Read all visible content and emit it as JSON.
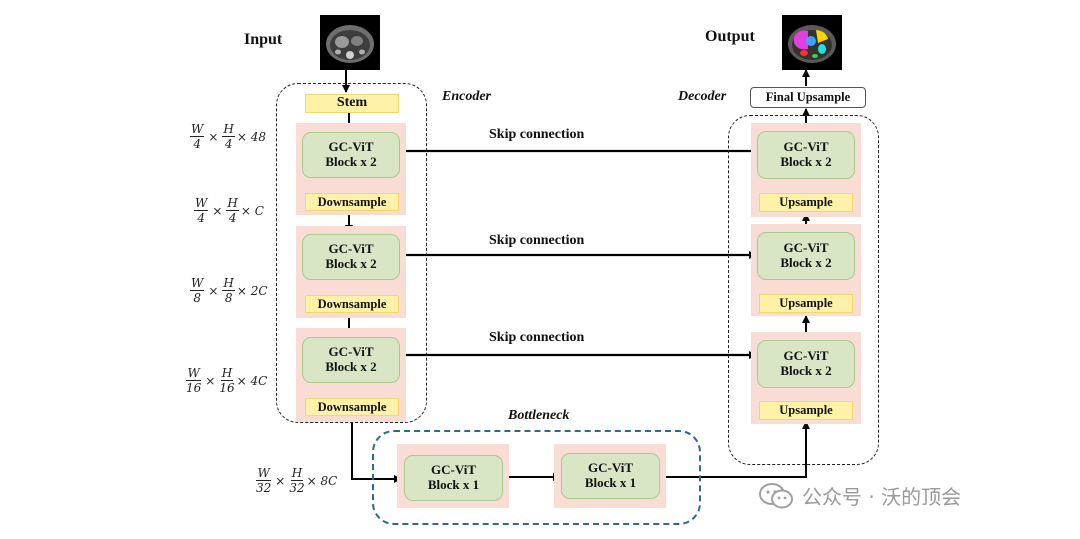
{
  "labels": {
    "input": "Input",
    "output": "Output",
    "encoder": "Encoder",
    "decoder": "Decoder",
    "bottleneck": "Bottleneck",
    "skip_connection": "Skip connection"
  },
  "encoder": {
    "stem": "Stem",
    "block": [
      "GC-ViT",
      "Block x 2"
    ],
    "downsample": "Downsample"
  },
  "decoder": {
    "final_upsample": "Final Upsample",
    "block": [
      "GC-ViT",
      "Block x 2"
    ],
    "upsample": "Upsample"
  },
  "bottleneck": {
    "block": [
      "GC-ViT",
      "Block x 1"
    ]
  },
  "dimensions": [
    {
      "w": "W",
      "wd": "4",
      "h": "H",
      "hd": "4",
      "c": "× 48"
    },
    {
      "w": "W",
      "wd": "4",
      "h": "H",
      "hd": "4",
      "c": "× C"
    },
    {
      "w": "W",
      "wd": "8",
      "h": "H",
      "hd": "8",
      "c": "× 2C"
    },
    {
      "w": "W",
      "wd": "16",
      "h": "H",
      "hd": "16",
      "c": "× 4C"
    },
    {
      "w": "W",
      "wd": "32",
      "h": "H",
      "hd": "32",
      "c": "× 8C"
    }
  ],
  "watermark": "公众号 · 沃的顶会",
  "colors": {
    "pink": "#f9dcd3",
    "green": "#d8e6c6",
    "yellow": "#fff2a8",
    "bottleneck_border": "#2e6b8a"
  }
}
